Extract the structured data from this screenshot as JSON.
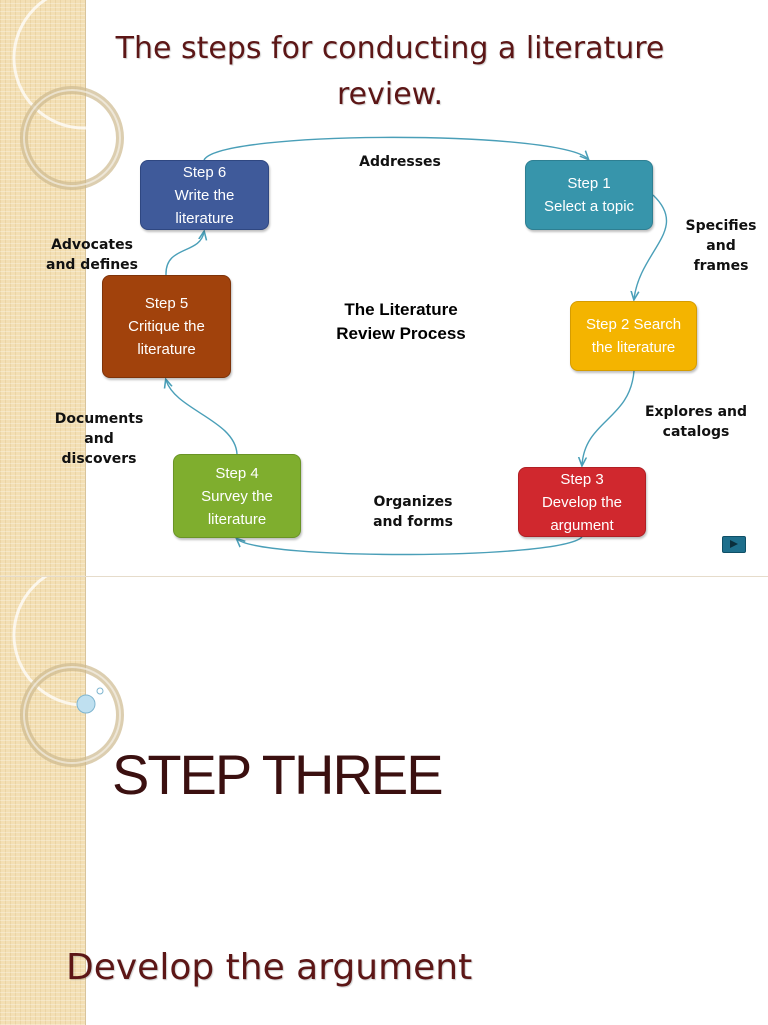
{
  "slide1": {
    "title": "The steps for conducting a literature review.",
    "center_label": "The Literature\nReview Process",
    "nodes": [
      {
        "id": "step-1",
        "text": "Step 1\nSelect a topic",
        "color": "#3795ab"
      },
      {
        "id": "step-2",
        "text": "Step 2 Search\nthe literature",
        "color": "#f4b400"
      },
      {
        "id": "step-3",
        "text": "Step 3\nDevelop the\nargument",
        "color": "#d0282e"
      },
      {
        "id": "step-4",
        "text": "Step 4\nSurvey the\nliterature",
        "color": "#7fae2e"
      },
      {
        "id": "step-5",
        "text": "Step 5\nCritique the\nliterature",
        "color": "#a1420c"
      },
      {
        "id": "step-6",
        "text": "Step 6\nWrite the\nliterature",
        "color": "#3f5a9a"
      }
    ],
    "edges": [
      {
        "from": "step-6",
        "to": "step-1",
        "label": "Addresses"
      },
      {
        "from": "step-1",
        "to": "step-2",
        "label": "Specifies\nand\nframes"
      },
      {
        "from": "step-2",
        "to": "step-3",
        "label": "Explores and\ncatalogs"
      },
      {
        "from": "step-3",
        "to": "step-4",
        "label": "Organizes\nand forms"
      },
      {
        "from": "step-4",
        "to": "step-5",
        "label": "Documents\nand\ndiscovers"
      },
      {
        "from": "step-5",
        "to": "step-6",
        "label": "Advocates\nand defines"
      }
    ],
    "nav_icon": "play-next-icon"
  },
  "slide2": {
    "heading": "STEP THREE",
    "subheading": "Develop the argument"
  },
  "colors": {
    "title": "#5c1616",
    "stripe": "#f3dfb4",
    "arrow": "#4a9fb8"
  }
}
